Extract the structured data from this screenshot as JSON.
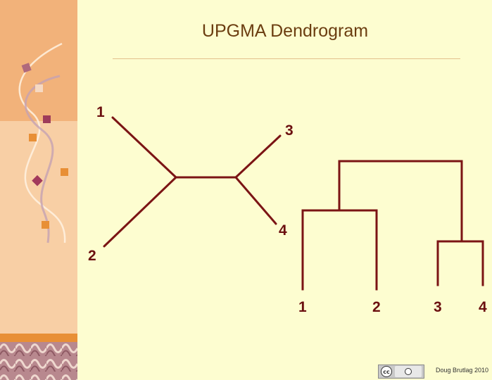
{
  "title": "UPGMA Dendrogram",
  "unrooted_tree": {
    "tips": [
      "1",
      "2",
      "3",
      "4"
    ]
  },
  "dendrogram": {
    "leaves": [
      "1",
      "2",
      "3",
      "4"
    ]
  },
  "colors": {
    "branch": "#7b1414",
    "label": "#6b0f0f",
    "title": "#6b3d10",
    "background": "#fdfdd0"
  },
  "footer": {
    "credit": "Doug Brutlag 2010",
    "license_icon": "creative-commons-by-icon"
  }
}
